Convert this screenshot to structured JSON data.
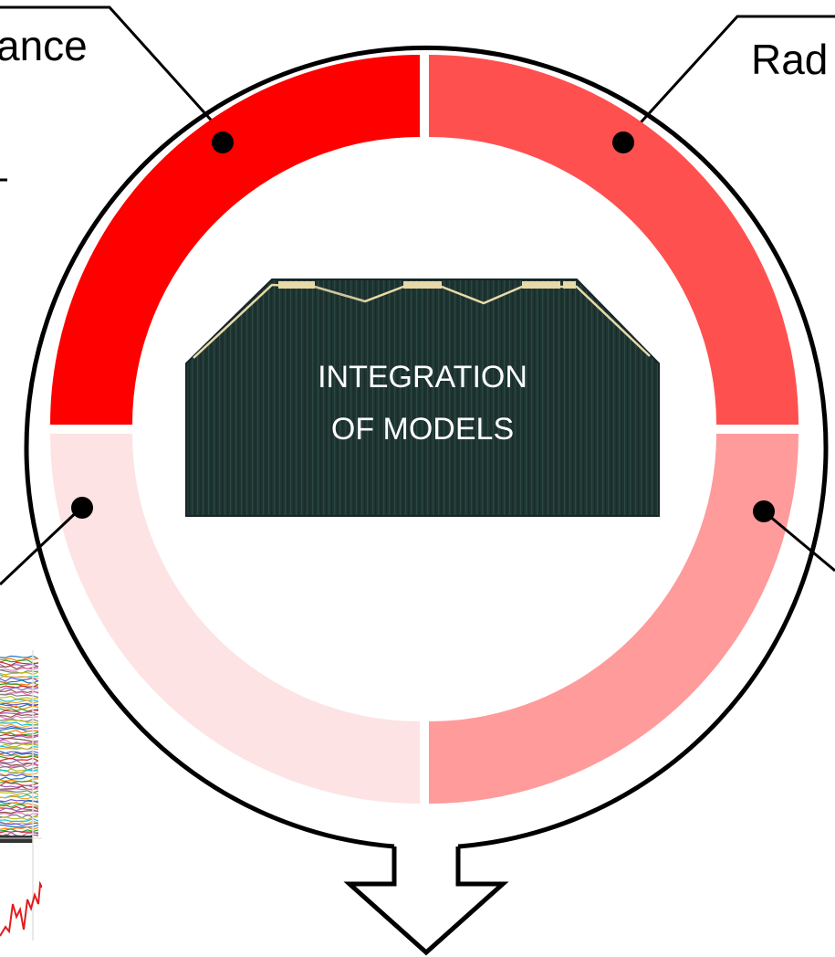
{
  "center": {
    "line1": "INTEGRATION",
    "line2": "OF MODELS"
  },
  "labels": {
    "top_left": "ance",
    "top_right": "Rad"
  },
  "colors": {
    "segment_top_left": "#ff0000",
    "segment_top_right": "#ff5050",
    "segment_bottom_right": "#ff9b9b",
    "segment_bottom_left": "#fde3e3",
    "panel_dark": "#1e3430",
    "panel_trim": "#e8d9a8",
    "outline": "#000000"
  },
  "icons": {
    "thumbnail": "line-plot-thumbnail",
    "output_arrow": "down-arrow-icon"
  }
}
